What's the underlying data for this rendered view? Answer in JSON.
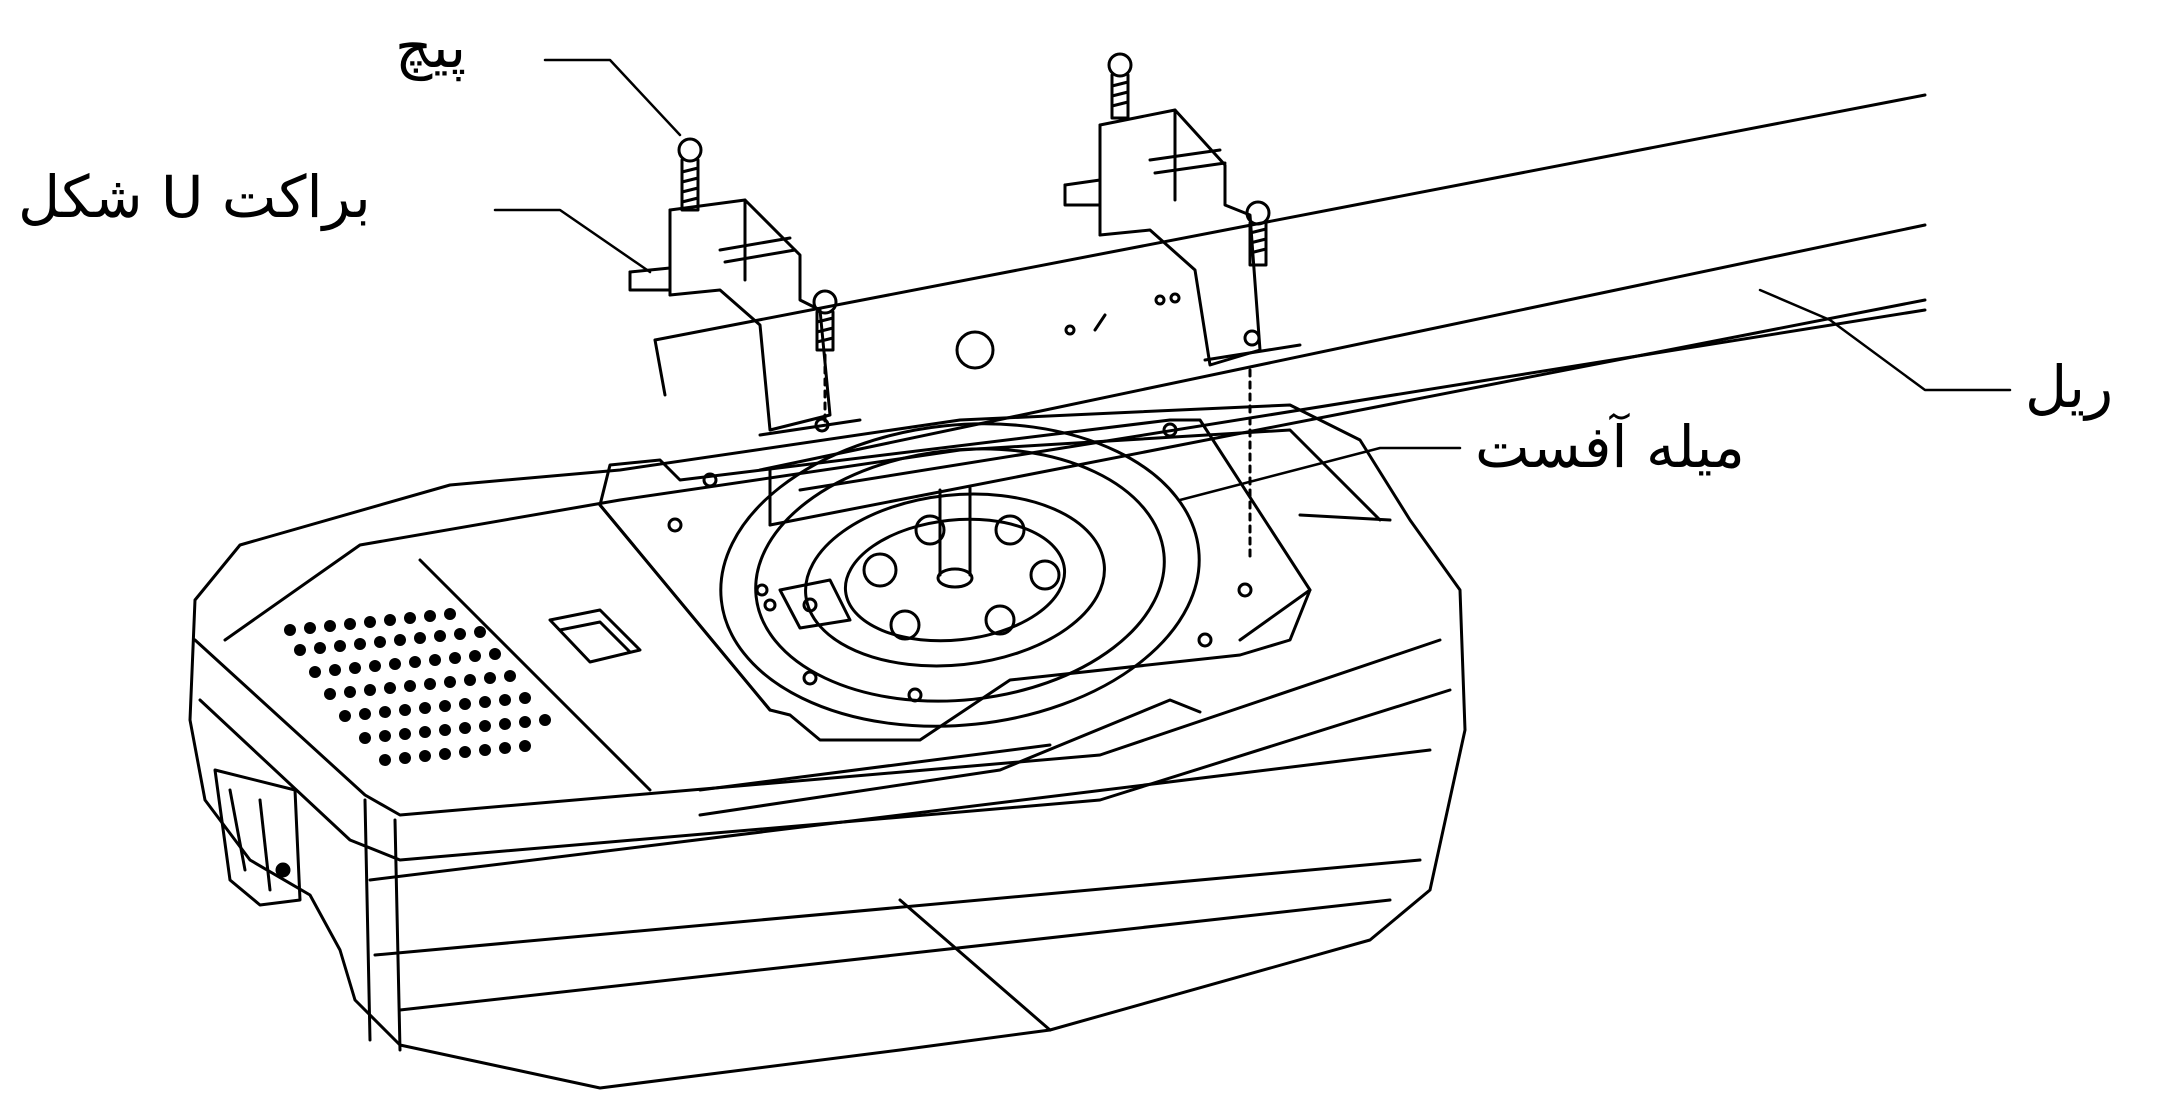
{
  "labels": {
    "screw": "پیچ",
    "u_bracket": "براکت U شکل",
    "rail": "ریل",
    "offset_shaft": "میله آفست"
  },
  "colors": {
    "line": "#000000",
    "background": "#ffffff"
  }
}
